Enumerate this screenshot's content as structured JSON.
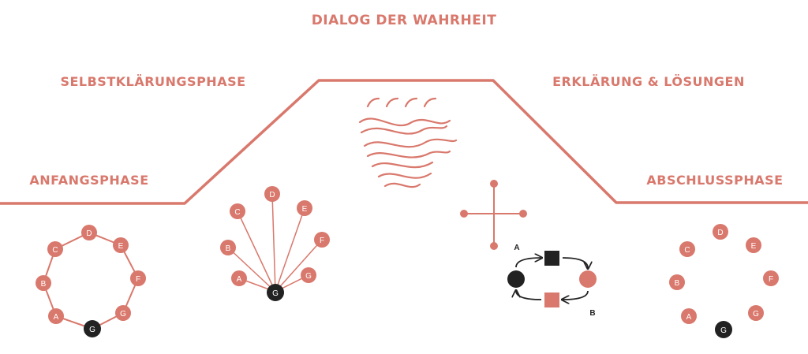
{
  "title": "DIALOG DER WAHRHEIT",
  "phases": {
    "anfang": "ANFANGSPHASE",
    "selbst": "SELBSTKLÄRUNGSPHASE",
    "erklaerung": "ERKLÄRUNG & LÖSUNGEN",
    "abschluss": "ABSCHLUSSPHASE"
  },
  "nodes": {
    "A": "A",
    "B": "B",
    "C": "C",
    "D": "D",
    "E": "E",
    "F": "F",
    "G": "G"
  },
  "cycle_labels": {
    "a": "A",
    "b": "B"
  },
  "colors": {
    "accent": "#d9786c",
    "dark": "#222222"
  }
}
